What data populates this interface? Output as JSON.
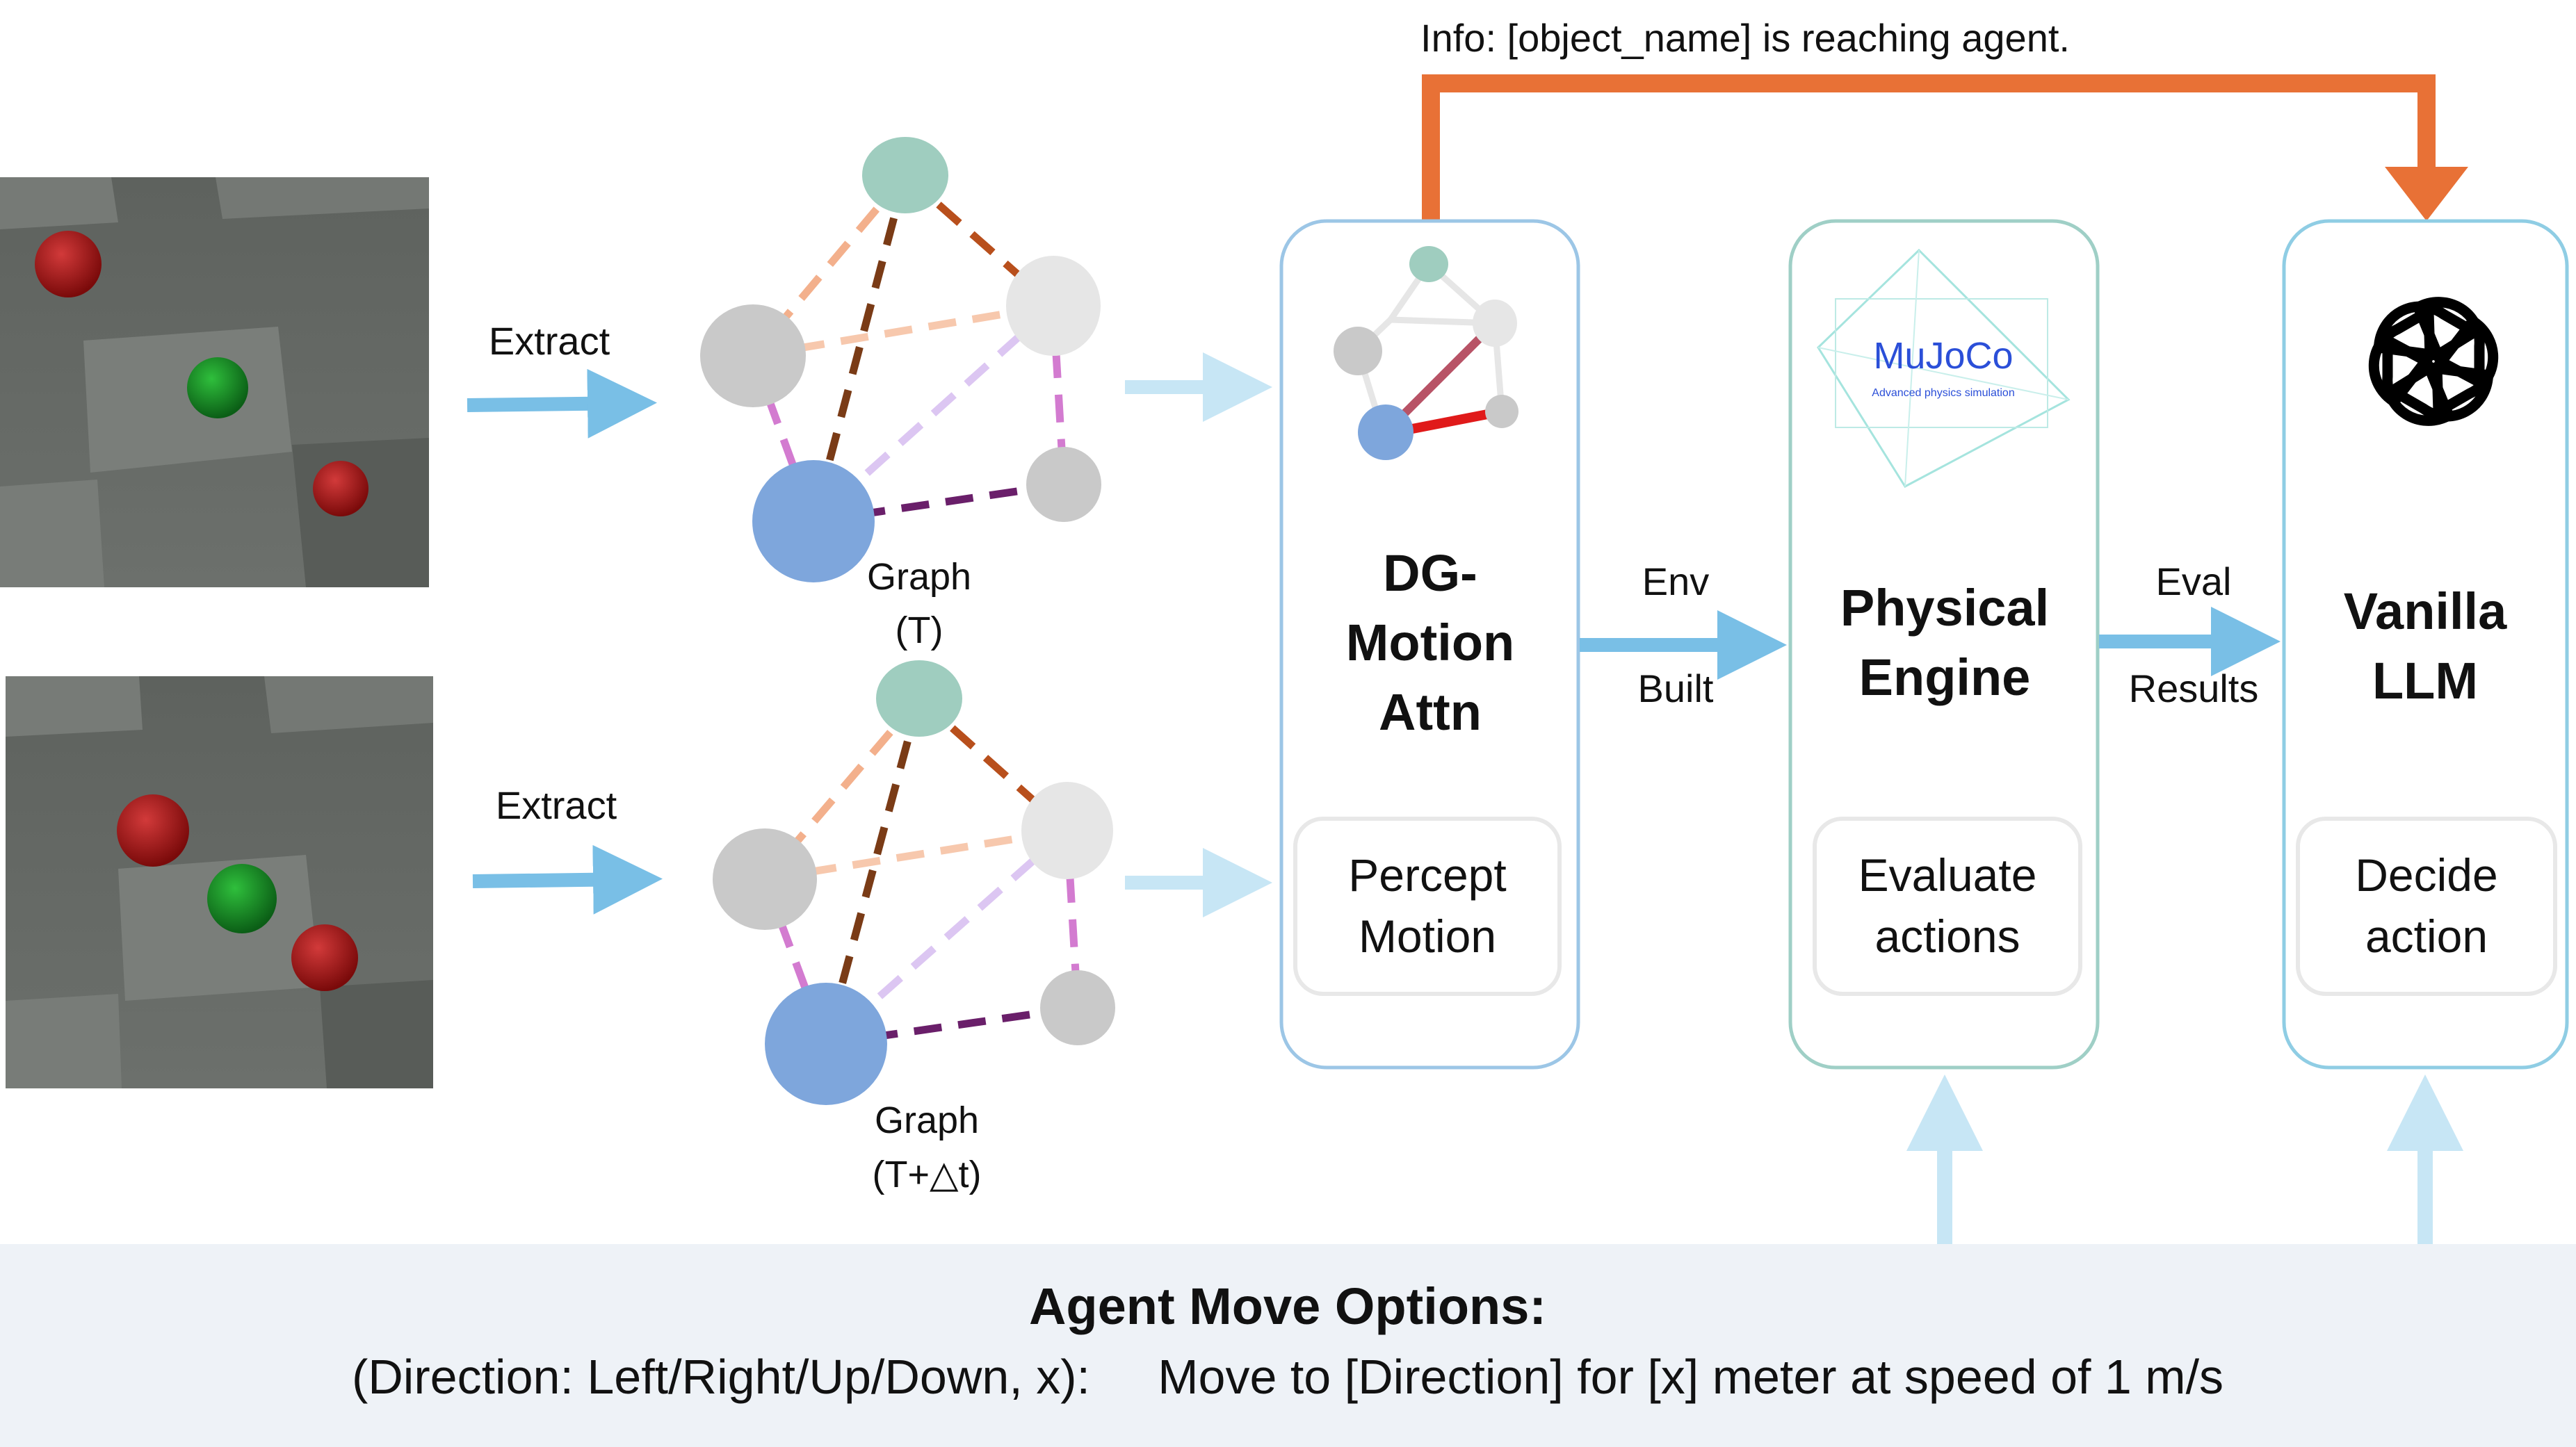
{
  "info_arrow": {
    "label": "Info: [object_name] is reaching agent.",
    "color": "#e87136"
  },
  "frames": [
    {
      "extract_label": "Extract",
      "graph_label_line1": "Graph",
      "graph_label_line2": "(T)"
    },
    {
      "extract_label": "Extract",
      "graph_label_line1": "Graph",
      "graph_label_line2": "(T+△t)"
    }
  ],
  "modules": {
    "dg_motion": {
      "title_lines": [
        "DG-",
        "Motion",
        "Attn"
      ],
      "sub_lines": [
        "Percept",
        "Motion"
      ]
    },
    "physical_engine": {
      "title_lines": [
        "Physical",
        "Engine"
      ],
      "sub_lines": [
        "Evaluate",
        "actions"
      ],
      "logo_text": "MuJoCo",
      "logo_subtext": "Advanced physics simulation"
    },
    "vanilla_llm": {
      "title_lines": [
        "Vanilla",
        "LLM"
      ],
      "sub_lines": [
        "Decide",
        "action"
      ]
    }
  },
  "edges": {
    "env_built": [
      "Env",
      "Built"
    ],
    "eval_results": [
      "Eval",
      "Results"
    ]
  },
  "agent_options": {
    "title": "Agent Move Options:",
    "line": "(Direction: Left/Right/Up/Down, x):     Move to [Direction] for [x] meter at speed of 1 m/s"
  },
  "icons": [
    "openai-logo-icon",
    "mujoco-logo-icon",
    "motion-graph-icon"
  ],
  "colors": {
    "arrow_blue": "#79bfe6",
    "arrow_light_blue": "#c7e6f5",
    "box_blue_border": "#9cc6e6",
    "box_teal_border": "#9fcfc6",
    "box_llm_border": "#8fcde4",
    "bottom_panel": "#eef2f7",
    "node_blue": "#7ea6dc",
    "node_teal": "#9fcdbf",
    "node_grey": "#c9c9c9"
  }
}
